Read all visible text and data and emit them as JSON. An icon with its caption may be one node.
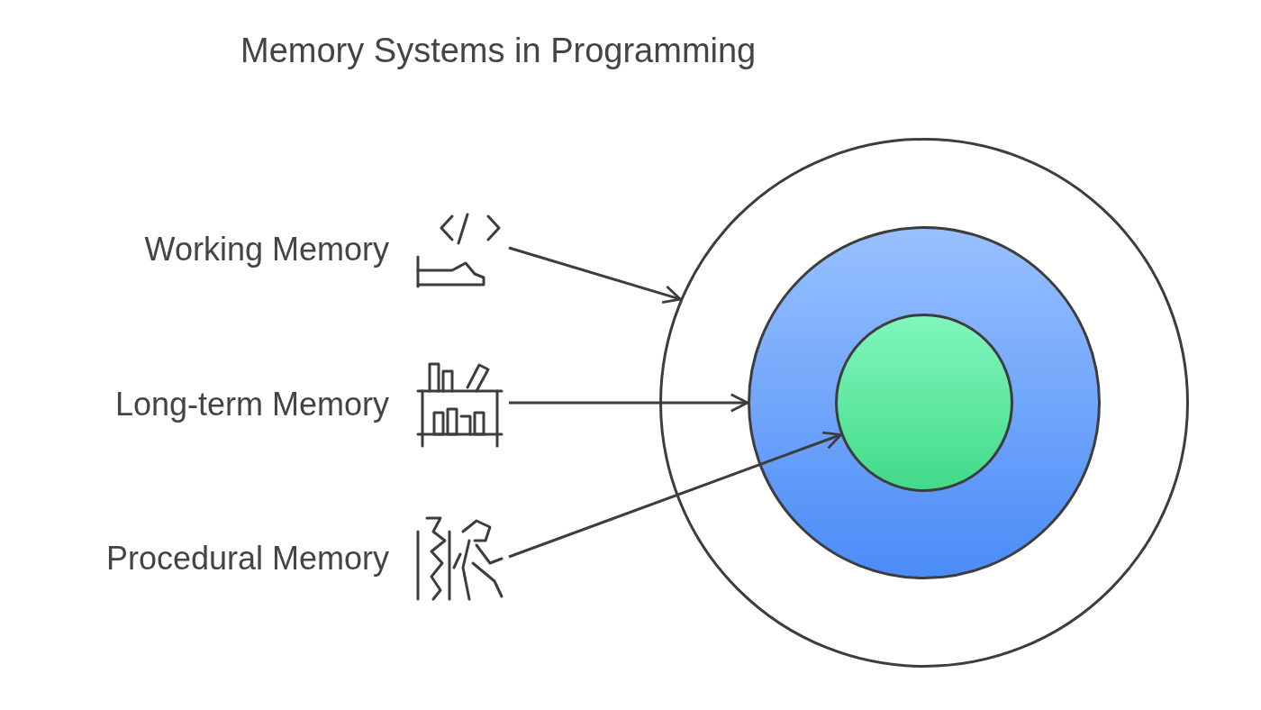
{
  "diagram": {
    "title": "Memory Systems in Programming",
    "nodes": [
      {
        "text": [],
        "shape": "circle"
      },
      {
        "text": [],
        "shape": "circle",
        "in": 0
      },
      {
        "text": [],
        "shape": "circle",
        "in": 1
      },
      {
        "text": [
          "Working Memory"
        ]
      },
      {
        "text": [
          "Long-term Memory"
        ]
      },
      {
        "text": [
          "Procedural Memory"
        ]
      }
    ],
    "edges": [
      {
        "from": 3,
        "to": 0,
        "arrow": "to"
      },
      {
        "from": 4,
        "to": 1,
        "arrow": "to"
      },
      {
        "from": 5,
        "to": 2,
        "arrow": "to"
      }
    ]
  }
}
